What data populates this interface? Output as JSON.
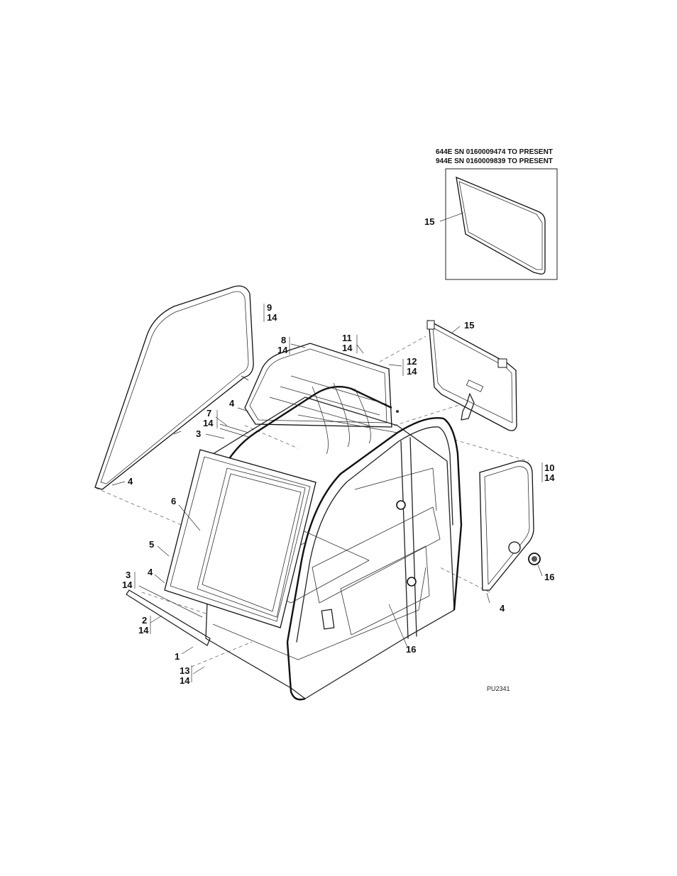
{
  "inset": {
    "header_line1": "644E SN 0160009474 TO PRESENT",
    "header_line2": "944E SN 0160009839 TO PRESENT",
    "callout": "15"
  },
  "figure_code": "PU2341",
  "callouts": {
    "c9": "9",
    "c9q": "14",
    "c8": "8",
    "c8q": "14",
    "c11": "11",
    "c11q": "14",
    "c12": "12",
    "c12q": "14",
    "c15": "15",
    "c4a": "4",
    "c7": "7",
    "c7q": "14",
    "c3a": "3",
    "c4b": "4",
    "c6": "6",
    "c5": "5",
    "c3b": "3",
    "c3bq": "14",
    "c4c": "4",
    "c2": "2",
    "c2q": "14",
    "c1": "1",
    "c13": "13",
    "c13q": "14",
    "c10": "10",
    "c10q": "14",
    "c16a": "16",
    "c4d": "4",
    "c16b": "16"
  }
}
